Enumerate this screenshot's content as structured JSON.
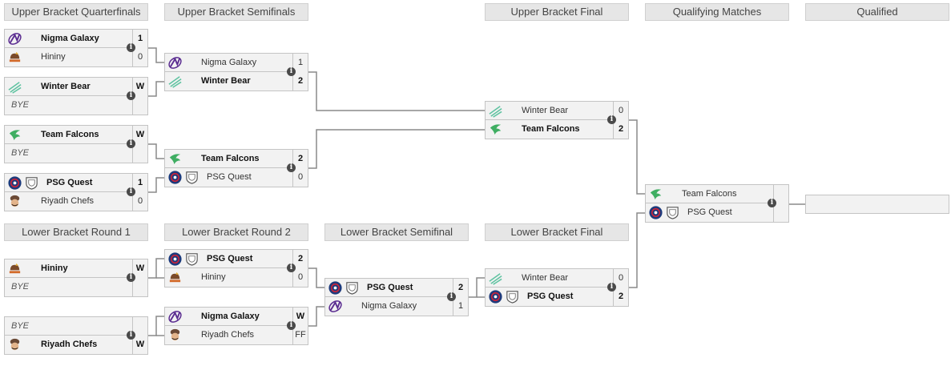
{
  "headers": [
    {
      "id": "ubqf",
      "label": "Upper Bracket Quarterfinals"
    },
    {
      "id": "ubsf",
      "label": "Upper Bracket Semifinals"
    },
    {
      "id": "ubf",
      "label": "Upper Bracket Final"
    },
    {
      "id": "qm",
      "label": "Qualifying Matches"
    },
    {
      "id": "qual",
      "label": "Qualified"
    },
    {
      "id": "lbr1",
      "label": "Lower Bracket Round 1"
    },
    {
      "id": "lbr2",
      "label": "Lower Bracket Round 2"
    },
    {
      "id": "lbsf",
      "label": "Lower Bracket Semifinal"
    },
    {
      "id": "lbf",
      "label": "Lower Bracket Final"
    }
  ],
  "icons": {
    "info": "i"
  },
  "colors": {
    "header_bg": "#e6e6e6",
    "slot_bg": "#f2f2f2",
    "border": "#c4c4c4",
    "line": "#8a8a8a",
    "nigma": "#5b2d91",
    "bear": "#5fc3a1",
    "falcons": "#3fae62",
    "psg": "#1e3a7b",
    "hininy": "#7a4a2a",
    "chefs": "#6b4a36"
  },
  "matches": [
    {
      "id": "ubqf1",
      "teams": [
        {
          "name": "Nigma Galaxy",
          "logo": "nigma-logo",
          "score": "1",
          "winner": true
        },
        {
          "name": "Hininy",
          "logo": "hininy-logo",
          "score": "0",
          "winner": false
        }
      ]
    },
    {
      "id": "ubqf2",
      "teams": [
        {
          "name": "Winter Bear",
          "logo": "winter-bear-logo",
          "score": "W",
          "winner": true
        },
        {
          "name": "BYE",
          "logo": "",
          "score": "",
          "winner": false,
          "bye": true
        }
      ]
    },
    {
      "id": "ubqf3",
      "teams": [
        {
          "name": "Team Falcons",
          "logo": "falcons-logo",
          "score": "W",
          "winner": true
        },
        {
          "name": "BYE",
          "logo": "",
          "score": "",
          "winner": false,
          "bye": true
        }
      ]
    },
    {
      "id": "ubqf4",
      "teams": [
        {
          "name": "PSG Quest",
          "logo": "psg-logo",
          "logo2": "quest-logo",
          "score": "1",
          "winner": true
        },
        {
          "name": "Riyadh Chefs",
          "logo": "chefs-logo",
          "score": "0",
          "winner": false
        }
      ]
    },
    {
      "id": "ubsf1",
      "teams": [
        {
          "name": "Nigma Galaxy",
          "logo": "nigma-logo",
          "score": "1",
          "winner": false
        },
        {
          "name": "Winter Bear",
          "logo": "winter-bear-logo",
          "score": "2",
          "winner": true
        }
      ]
    },
    {
      "id": "ubsf2",
      "teams": [
        {
          "name": "Team Falcons",
          "logo": "falcons-logo",
          "score": "2",
          "winner": true
        },
        {
          "name": "PSG Quest",
          "logo": "psg-logo",
          "logo2": "quest-logo",
          "score": "0",
          "winner": false
        }
      ]
    },
    {
      "id": "ubf",
      "teams": [
        {
          "name": "Winter Bear",
          "logo": "winter-bear-logo",
          "score": "0",
          "winner": false
        },
        {
          "name": "Team Falcons",
          "logo": "falcons-logo",
          "score": "2",
          "winner": true
        }
      ]
    },
    {
      "id": "qm",
      "teams": [
        {
          "name": "Team Falcons",
          "logo": "falcons-logo",
          "score": "",
          "winner": false
        },
        {
          "name": "PSG Quest",
          "logo": "psg-logo",
          "logo2": "quest-logo",
          "score": "",
          "winner": false
        }
      ]
    },
    {
      "id": "lbr1a",
      "teams": [
        {
          "name": "Hininy",
          "logo": "hininy-logo",
          "score": "W",
          "winner": true
        },
        {
          "name": "BYE",
          "logo": "",
          "score": "",
          "winner": false,
          "bye": true
        }
      ]
    },
    {
      "id": "lbr1b",
      "teams": [
        {
          "name": "BYE",
          "logo": "",
          "score": "",
          "winner": false,
          "bye": true
        },
        {
          "name": "Riyadh Chefs",
          "logo": "chefs-logo",
          "score": "W",
          "winner": true
        }
      ]
    },
    {
      "id": "lbr2a",
      "teams": [
        {
          "name": "PSG Quest",
          "logo": "psg-logo",
          "logo2": "quest-logo",
          "score": "2",
          "winner": true
        },
        {
          "name": "Hininy",
          "logo": "hininy-logo",
          "score": "0",
          "winner": false
        }
      ]
    },
    {
      "id": "lbr2b",
      "teams": [
        {
          "name": "Nigma Galaxy",
          "logo": "nigma-logo",
          "score": "W",
          "winner": true
        },
        {
          "name": "Riyadh Chefs",
          "logo": "chefs-logo",
          "score": "FF",
          "winner": false
        }
      ]
    },
    {
      "id": "lbsf",
      "teams": [
        {
          "name": "PSG Quest",
          "logo": "psg-logo",
          "logo2": "quest-logo",
          "score": "2",
          "winner": true
        },
        {
          "name": "Nigma Galaxy",
          "logo": "nigma-logo",
          "score": "1",
          "winner": false
        }
      ]
    },
    {
      "id": "lbf",
      "teams": [
        {
          "name": "Winter Bear",
          "logo": "winter-bear-logo",
          "score": "0",
          "winner": false
        },
        {
          "name": "PSG Quest",
          "logo": "psg-logo",
          "logo2": "quest-logo",
          "score": "2",
          "winner": true
        }
      ]
    }
  ]
}
